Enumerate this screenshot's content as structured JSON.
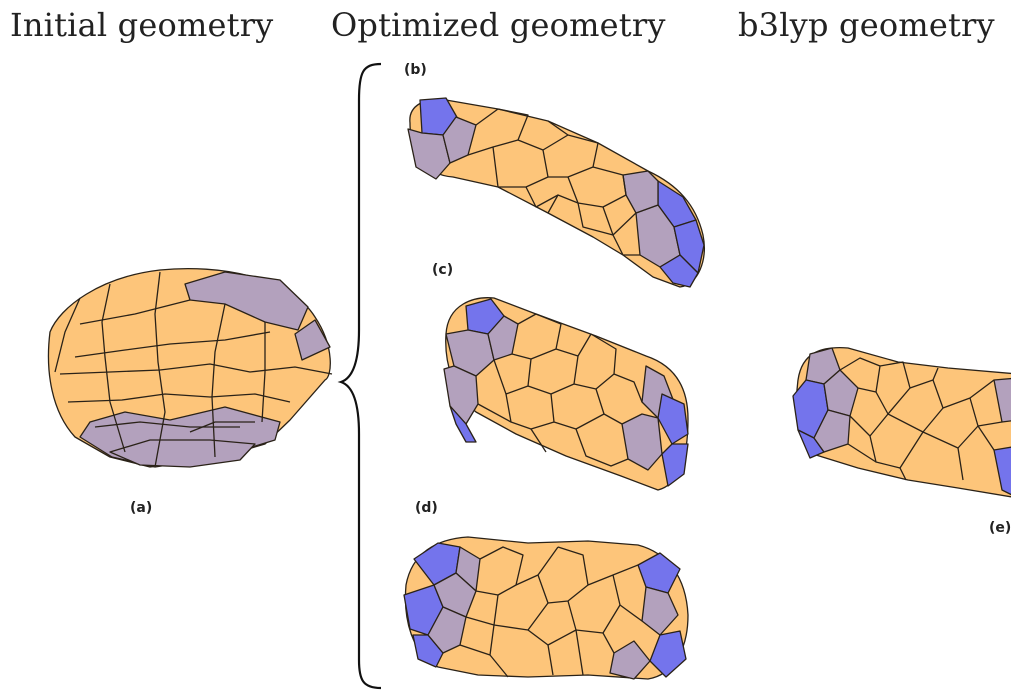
{
  "headings": {
    "initial": "Initial geometry",
    "optimized": "Optimized geometry",
    "b3lyp": "b3lyp geometry"
  },
  "panels": {
    "a": "(a)",
    "b": "(b)",
    "c": "(c)",
    "d": "(d)",
    "e": "(e)"
  },
  "colors": {
    "face_orange": "#fdc57a",
    "face_mauve": "#b3a1bd",
    "face_blue": "#7474ec",
    "edge": "#2a2218"
  }
}
